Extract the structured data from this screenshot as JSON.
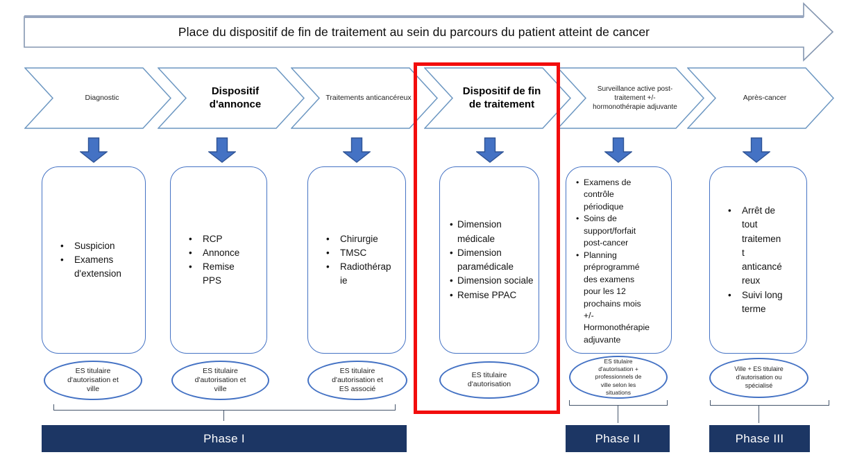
{
  "banner": {
    "title": "Place du dispositif de fin de traitement au sein du parcours du patient atteint de cancer"
  },
  "stages": [
    {
      "chevron_label": "Diagnostic",
      "bullets": [
        "Suspicion",
        "Examens d'extension"
      ],
      "oval_label": "ES titulaire d'autorisation et ville"
    },
    {
      "chevron_label": "Dispositif d'annonce",
      "bullets": [
        "RCP",
        "Annonce",
        "Remise PPS"
      ],
      "oval_label": "ES titulaire d'autorisation et ville"
    },
    {
      "chevron_label": "Traitements anticancéreux",
      "bullets": [
        "Chirurgie",
        "TMSC",
        "Radiothérapie"
      ],
      "oval_label": "ES titulaire d'autorisation et ES associé"
    },
    {
      "chevron_label": "Dispositif de fin de traitement",
      "highlighted": true,
      "bullets": [
        "Dimension médicale",
        "Dimension paramédicale",
        "Dimension sociale",
        "Remise PPAC"
      ],
      "oval_label": "ES titulaire d'autorisation"
    },
    {
      "chevron_label": "Surveillance active post-traitement +/- hormonothérapie adjuvante",
      "bullets": [
        "Examens de contrôle périodique",
        "Soins de support/forfait post-cancer",
        "Planning préprogrammé des examens pour les 12 prochains mois +/- Hormonothérapie adjuvante"
      ],
      "oval_label": "ES titulaire d'autorisation + professionnels de ville selon les situations"
    },
    {
      "chevron_label": "Après-cancer",
      "bullets": [
        "Arrêt de tout traitement anticancéreux",
        "Suivi long terme"
      ],
      "oval_label": "Ville + ES titulaire d'autorisation ou spécialisé"
    }
  ],
  "phases": [
    {
      "label": "Phase I"
    },
    {
      "label": "Phase II"
    },
    {
      "label": "Phase III"
    }
  ],
  "colors": {
    "accent_blue": "#4472c4",
    "chevron_outline": "#6b96c1",
    "banner_outline": "#8496b0",
    "arrow_fill": "#4472c4",
    "arrow_border": "#2e5395",
    "phase_navy": "#1c3664",
    "highlight_red": "#f20d0d",
    "bracket_line": "#44546a"
  }
}
